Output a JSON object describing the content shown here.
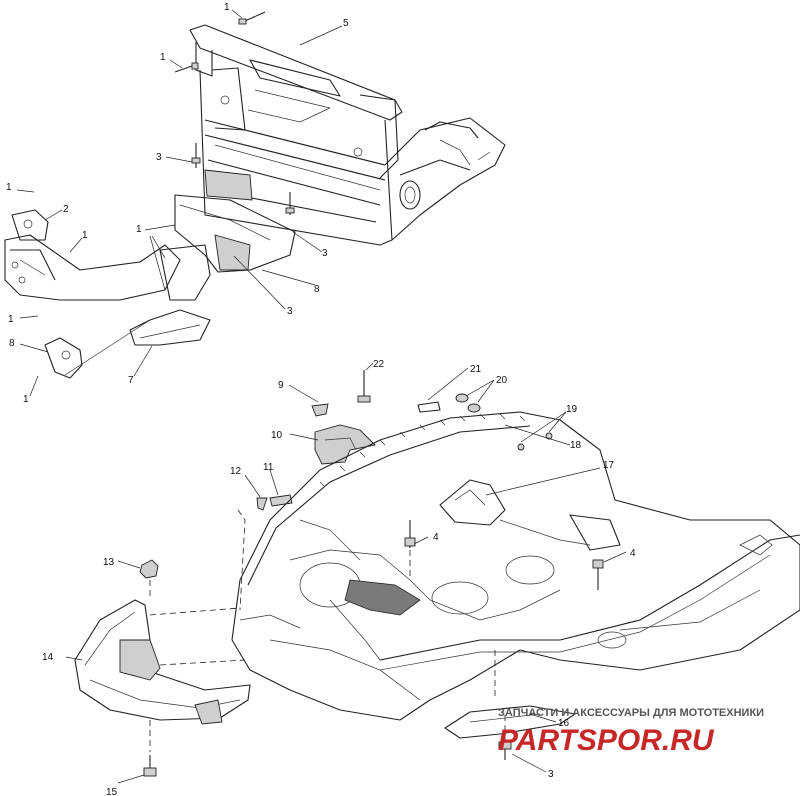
{
  "callouts": [
    {
      "id": "c1a",
      "text": "1"
    },
    {
      "id": "c1b",
      "text": "1"
    },
    {
      "id": "c5",
      "text": "5"
    },
    {
      "id": "c3a",
      "text": "3"
    },
    {
      "id": "c1c",
      "text": "1"
    },
    {
      "id": "c2",
      "text": "2"
    },
    {
      "id": "c1d",
      "text": "1"
    },
    {
      "id": "c1e",
      "text": "1"
    },
    {
      "id": "c3b",
      "text": "3"
    },
    {
      "id": "c8a",
      "text": "8"
    },
    {
      "id": "c3c",
      "text": "3"
    },
    {
      "id": "c1f",
      "text": "1"
    },
    {
      "id": "c8b",
      "text": "8"
    },
    {
      "id": "c1g",
      "text": "1"
    },
    {
      "id": "c7",
      "text": "7"
    },
    {
      "id": "c9",
      "text": "9"
    },
    {
      "id": "c22",
      "text": "22"
    },
    {
      "id": "c21",
      "text": "21"
    },
    {
      "id": "c20",
      "text": "20"
    },
    {
      "id": "c19",
      "text": "19"
    },
    {
      "id": "c18",
      "text": "18"
    },
    {
      "id": "c10",
      "text": "10"
    },
    {
      "id": "c17",
      "text": "17"
    },
    {
      "id": "c12",
      "text": "12"
    },
    {
      "id": "c11",
      "text": "11"
    },
    {
      "id": "c4a",
      "text": "4"
    },
    {
      "id": "c4b",
      "text": "4"
    },
    {
      "id": "c13",
      "text": "13"
    },
    {
      "id": "c14",
      "text": "14"
    },
    {
      "id": "c16",
      "text": "16"
    },
    {
      "id": "c15",
      "text": "15"
    },
    {
      "id": "c3d",
      "text": "3"
    }
  ],
  "watermark": {
    "tagline": "ЗАПЧАСТИ И АКСЕССУАРЫ ДЛЯ МОТОТЕХНИКИ",
    "brand": "PARTSPOR.RU"
  }
}
